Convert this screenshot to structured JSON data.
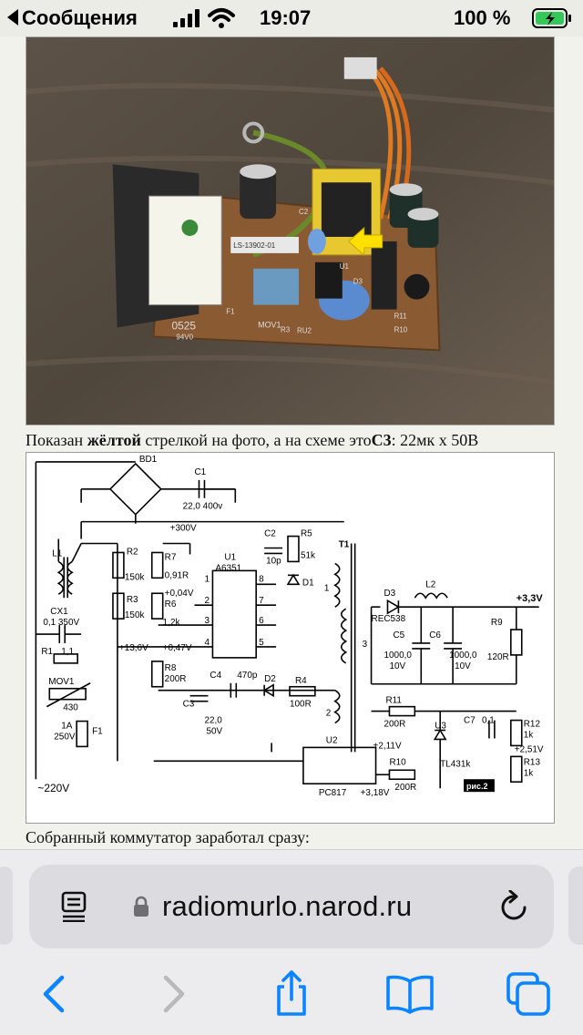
{
  "status_bar": {
    "back_label": "Сообщения",
    "time": "19:07",
    "battery_percent": "100 %"
  },
  "article": {
    "caption": {
      "part1": "Показан ",
      "bold1": "жёлтой",
      "part2": " стрелкой на фото, а на схеме это",
      "bold2": "C3",
      "part3": ":  22мк х 50В"
    },
    "note": "Собранный коммутатор заработал сразу:"
  },
  "photo_labels": {
    "board_code": "0525",
    "board_mark": "94V0",
    "mov": "MOV1",
    "r3": "R3",
    "ru2": "RU2",
    "f1": "F1",
    "d3": "D3",
    "r10": "R10",
    "r11": "R11",
    "u1": "U1",
    "c2": "C2",
    "ls": "LS-13902-01"
  },
  "schematic": {
    "labels": {
      "bd1": "BD1",
      "c1": "C1",
      "c1v": "22,0  400v",
      "v300": "+300V",
      "l1": "L1",
      "cx1": "CX1",
      "cx1v": "0,1  350V",
      "r1": "R1",
      "r1v": "1,1",
      "mov1": "MOV1",
      "mov1v": "430",
      "f1": "F1",
      "f1v1": "1A",
      "f1v2": "250V",
      "ac": "~220V",
      "r2": "R2",
      "r2v": "150k",
      "r3": "R3",
      "r3v": "150k",
      "r7": "R7",
      "r7v": "0,91R",
      "r6": "R6",
      "r6v": "1,2k",
      "v004": "+0,04V",
      "v136": "+13,6V",
      "v047": "+0,47V",
      "r8": "R8",
      "r8v": "200R",
      "u1": "U1",
      "u1v": "A6351",
      "p8": "8",
      "p7": "7",
      "p6": "6",
      "p5": "5",
      "p1": "1",
      "p2": "2",
      "p3": "3",
      "p4": "4",
      "c2": "C2",
      "c2v": "10p",
      "r5": "R5",
      "r5v": "51k",
      "d1": "D1",
      "t1": "T1",
      "c4": "C4",
      "c4v": "470p",
      "d2": "D2",
      "r4": "R4",
      "r4v": "100R",
      "c3": "C3",
      "c3v1": "22,0",
      "c3v2": "50V",
      "w1": "1",
      "w2": "2",
      "w3": "3",
      "d3": "D3",
      "d3v": "REC538",
      "l2": "L2",
      "v33": "+3,3V",
      "c5": "C5",
      "c5v1": "1000,0",
      "c5v2": "10V",
      "c6": "C6",
      "c6v1": "1000,0",
      "c6v2": "10V",
      "r9": "R9",
      "r9v": "120R",
      "r11": "R11",
      "r11v": "200R",
      "c7": "C7",
      "c7v": "0,1",
      "u3": "U3",
      "u3v": "TL431k",
      "v211": "+2,11V",
      "v251": "+2,51V",
      "r12": "R12",
      "r12v": "1k",
      "r13": "R13",
      "r13v": "1k",
      "u2": "U2",
      "u2v": "PC817",
      "r10": "R10",
      "r10v": "200R",
      "v318": "+3,18V",
      "fig": "рис.2"
    }
  },
  "browser": {
    "url": "radiomurlo.narod.ru"
  }
}
